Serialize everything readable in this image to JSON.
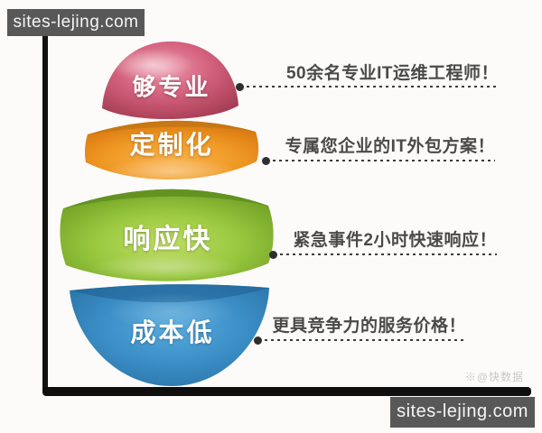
{
  "page": {
    "site_label_top": "sites-lejing.com",
    "site_label_bottom": "sites-lejing.com",
    "watermark": "※@快数据"
  },
  "diagram": {
    "slices": [
      {
        "label": "够专业",
        "color": "#c8536f",
        "annotation": "50余名专业IT运维工程师！"
      },
      {
        "label": "定制化",
        "color": "#ef9420",
        "annotation": "专属您企业的IT外包方案！"
      },
      {
        "label": "响应快",
        "color": "#8ab735",
        "annotation": "紧急事件2小时快速响应！"
      },
      {
        "label": "成本低",
        "color": "#2f83b8",
        "annotation": "更具竞争力的服务价格！"
      }
    ]
  }
}
